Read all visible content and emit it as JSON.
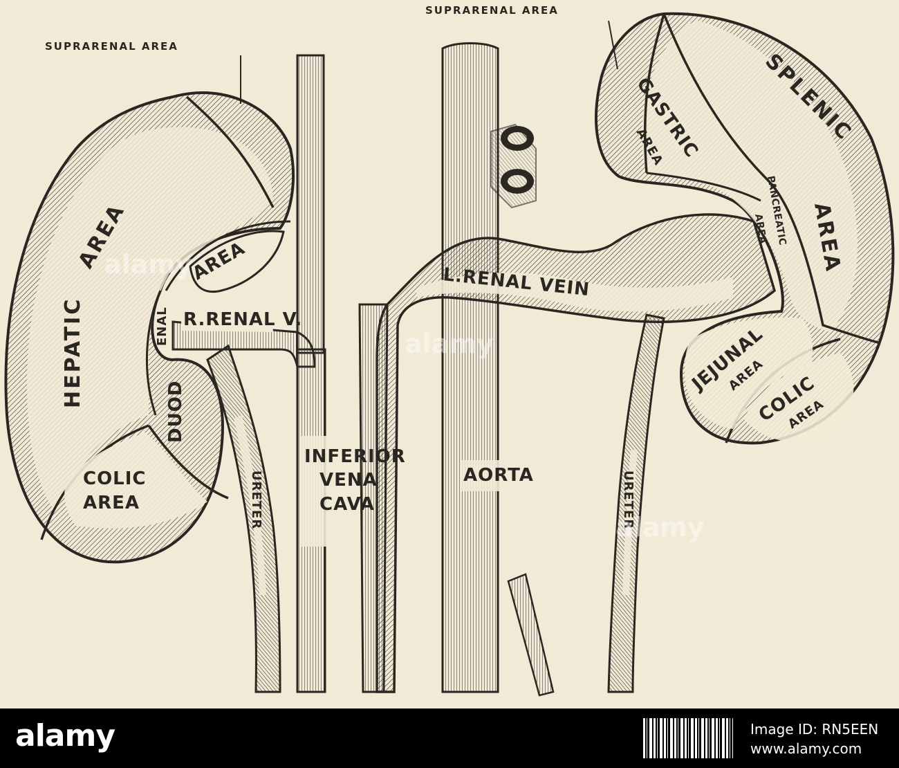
{
  "labels": {
    "suprarenal_left": "SUPRARENAL AREA",
    "suprarenal_right": "SUPRARENAL AREA",
    "hepatic": "HEPATIC",
    "hepatic_area": "AREA",
    "duodenal_area": "AREA",
    "duodenal_enal": "ENAL",
    "duod": "DUOD",
    "colic_left_1": "COLIC",
    "colic_left_2": "AREA",
    "r_renal_v": "R.RENAL V.",
    "ureter_right": "URETER",
    "ivc_1": "INFERIOR",
    "ivc_2": "VENA",
    "ivc_3": "CAVA",
    "aorta": "AORTA",
    "l_renal_vein": "L.RENAL VEIN",
    "gastric": "GASTRIC",
    "gastric_area": "AREA",
    "splenic": "SPLENIC",
    "splenic_area": "AREA",
    "pancreatic": "PANCREATIC",
    "pancreatic_area": "AREA",
    "jejunal": "JEJUNAL",
    "jejunal_area": "AREA",
    "colic_right_1": "COLIC",
    "colic_right_2": "AREA",
    "ureter_left": "URETER"
  },
  "watermark": {
    "text": "alamy"
  },
  "footer": {
    "brand": "alamy",
    "image_id": "Image ID: RN5EEN",
    "site": "www.alamy.com"
  },
  "colors": {
    "paper": "#f1ead6",
    "ink": "#2a2622",
    "footer_bg": "#000000",
    "footer_text": "#ffffff"
  }
}
